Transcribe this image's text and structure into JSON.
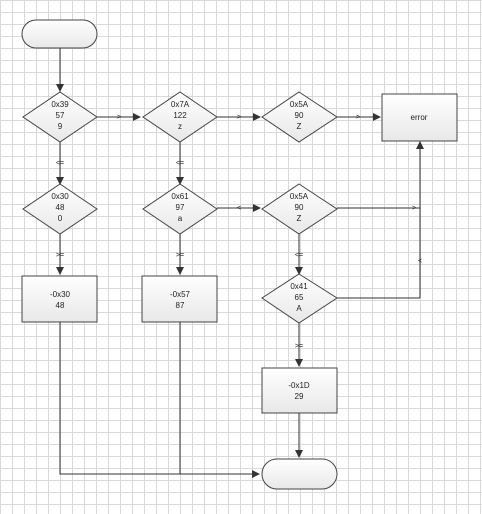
{
  "nodes": {
    "start": {
      "lines": []
    },
    "d_0x39": {
      "lines": [
        "0x39",
        "57",
        "9"
      ]
    },
    "d_0x7A": {
      "lines": [
        "0x7A",
        "122",
        "z"
      ]
    },
    "d_0x5A_top": {
      "lines": [
        "0x5A",
        "90",
        "Z"
      ]
    },
    "error": {
      "lines": [
        "error"
      ]
    },
    "d_0x30": {
      "lines": [
        "0x30",
        "48",
        "0"
      ]
    },
    "d_0x61": {
      "lines": [
        "0x61",
        "97",
        "a"
      ]
    },
    "d_0x5A_mid": {
      "lines": [
        "0x5A",
        "90",
        "Z"
      ]
    },
    "p_minus_0x30": {
      "lines": [
        "-0x30",
        "48"
      ]
    },
    "p_minus_0x57": {
      "lines": [
        "-0x57",
        "87"
      ]
    },
    "d_0x41": {
      "lines": [
        "0x41",
        "65",
        "A"
      ]
    },
    "p_minus_0x1D": {
      "lines": [
        "-0x1D",
        "29"
      ]
    },
    "end": {
      "lines": []
    }
  },
  "edge_labels": {
    "gt_1": ">",
    "gt_2": ">",
    "gt_3": ">",
    "le_1": "<=",
    "le_2": "<=",
    "lt_1": "<",
    "gt_4": ">",
    "ge_1": ">=",
    "ge_2": ">=",
    "le_3": "<=",
    "lt_2": "<",
    "ge_3": ">="
  }
}
